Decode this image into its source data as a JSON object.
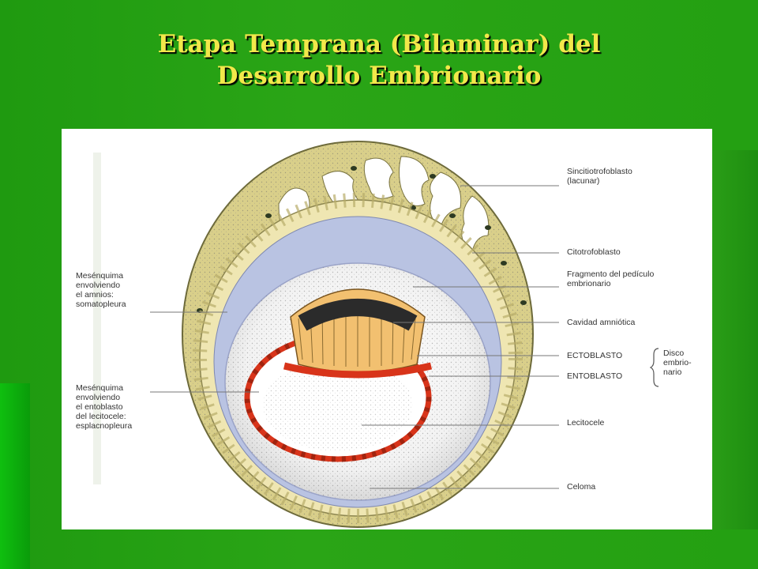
{
  "slide": {
    "title_line1": "Etapa Temprana (Bilaminar) del",
    "title_line2": "Desarrollo Embrionario"
  },
  "diagram": {
    "labels_right": [
      {
        "key": "sinciotrofoblasto",
        "line1": "Sincitiotrofoblasto",
        "line2": "(lacunar)"
      },
      {
        "key": "citotrofoblasto",
        "line1": "Citotrofoblasto",
        "line2": ""
      },
      {
        "key": "pediculo",
        "line1": "Fragmento del pedículo",
        "line2": "embrionario"
      },
      {
        "key": "amniotica",
        "line1": "Cavidad amniótica",
        "line2": ""
      },
      {
        "key": "ectoblasto",
        "line1": "ECTOBLASTO",
        "line2": ""
      },
      {
        "key": "entoblasto",
        "line1": "ENTOBLASTO",
        "line2": ""
      },
      {
        "key": "lecitocele",
        "line1": "Lecitocele",
        "line2": ""
      },
      {
        "key": "celoma",
        "line1": "Celoma",
        "line2": ""
      }
    ],
    "disco_label": [
      "Disco",
      "embrio-",
      "nario"
    ],
    "labels_left": [
      {
        "key": "somatopleura",
        "lines": [
          "Mesénquima",
          "envolviendo",
          "el amnios:",
          "somatopleura"
        ]
      },
      {
        "key": "esplacnopleura",
        "lines": [
          "Mesénquima",
          "envolviendo",
          "el entoblasto",
          "del lecitocele:",
          "esplacnopleura"
        ]
      }
    ],
    "colors": {
      "syncytium": "#d8cf88",
      "cytotropho": "#efe6b0",
      "mesenchyme": "#b8c2e0",
      "ectoblast": "#f2c070",
      "entoblast": "#d8341a",
      "stipple": "#555"
    }
  }
}
